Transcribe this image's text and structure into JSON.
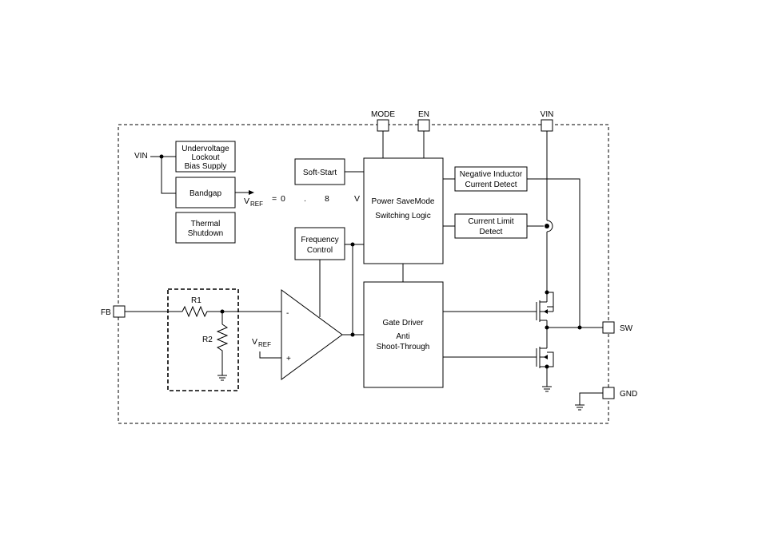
{
  "pins": {
    "mode": "MODE",
    "en": "EN",
    "vin_top": "VIN",
    "vin_left": "VIN",
    "fb": "FB",
    "sw": "SW",
    "gnd": "GND"
  },
  "blocks": {
    "uvlo": [
      "Undervoltage",
      "Lockout",
      "Bias Supply"
    ],
    "bandgap": "Bandgap",
    "thermal": [
      "Thermal",
      "Shutdown"
    ],
    "soft_start": "Soft-Start",
    "freq_control": [
      "Frequency",
      "Control"
    ],
    "power_save": [
      "Power SaveMode",
      "Switching Logic"
    ],
    "neg_inductor": [
      "Negative Inductor",
      "Current Detect"
    ],
    "current_limit": [
      "Current Limit",
      "Detect"
    ],
    "gate_driver": [
      "Gate Driver",
      "Anti",
      "Shoot-Through"
    ]
  },
  "vref_output": {
    "v": "V",
    "sub": "REF",
    "eq": "=",
    "zero": "0",
    "dot": ".",
    "eight": "8",
    "unit": "V"
  },
  "vref_input": {
    "v": "V",
    "sub": "REF"
  },
  "resistors": {
    "r1": "R1",
    "r2": "R2"
  },
  "amp": {
    "minus": "-",
    "plus": "+"
  }
}
